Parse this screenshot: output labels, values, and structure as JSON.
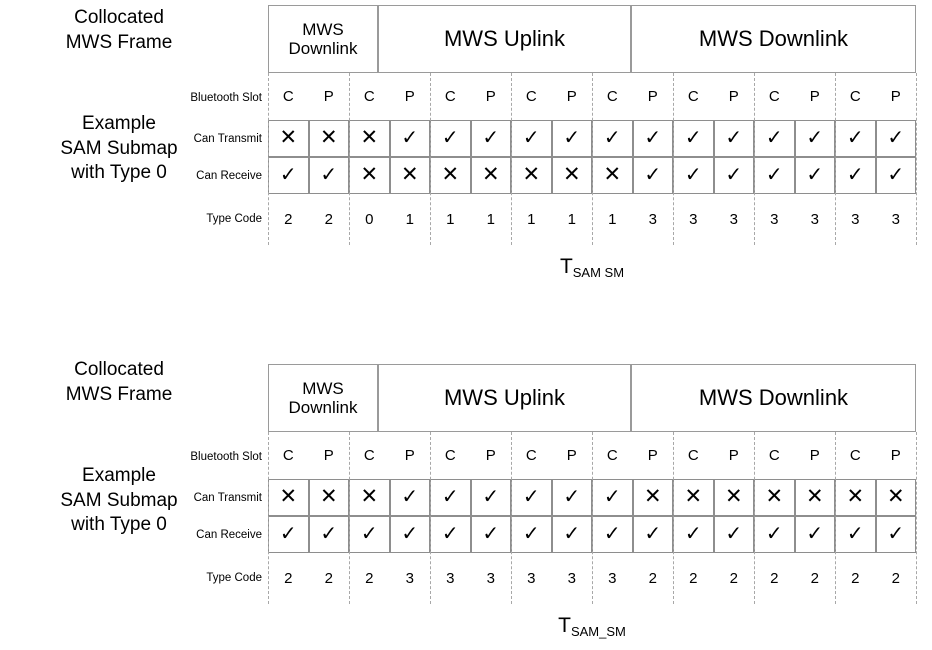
{
  "labels": {
    "caption_frame_line1": "Collocated",
    "caption_frame_line2": "MWS Frame",
    "caption_submap_line1": "Example",
    "caption_submap_line2": "SAM Submap",
    "caption_submap_line3": "with Type 0",
    "row_bluetooth_slot": "Bluetooth Slot",
    "row_can_transmit": "Can Transmit",
    "row_can_receive": "Can Receive",
    "row_type_code": "Type Code",
    "mws_downlink": "MWS Downlink",
    "mws_downlink_l1": "MWS",
    "mws_downlink_l2": "Downlink",
    "mws_uplink": "MWS Uplink"
  },
  "glyphs": {
    "tick": "✓",
    "cross": "✕"
  },
  "colors": {
    "line": "#8e8e8e",
    "dash": "#a8a8a8",
    "text": "#000000",
    "background": "#ffffff"
  },
  "diagrams": [
    {
      "id": "top",
      "header_sections": [
        {
          "name": "mws-downlink-first",
          "label_line1": "MWS",
          "label_line2": "Downlink"
        },
        {
          "name": "mws-uplink",
          "label": "MWS Uplink"
        },
        {
          "name": "mws-downlink-second",
          "label": "MWS Downlink"
        }
      ],
      "slots": [
        "C",
        "P",
        "C",
        "P",
        "C",
        "P",
        "C",
        "P",
        "C",
        "P",
        "C",
        "P",
        "C",
        "P",
        "C",
        "P"
      ],
      "can_transmit": [
        "✕",
        "✕",
        "✕",
        "✓",
        "✓",
        "✓",
        "✓",
        "✓",
        "✓",
        "✓",
        "✓",
        "✓",
        "✓",
        "✓",
        "✓",
        "✓"
      ],
      "can_receive": [
        "✓",
        "✓",
        "✕",
        "✕",
        "✕",
        "✕",
        "✕",
        "✕",
        "✕",
        "✓",
        "✓",
        "✓",
        "✓",
        "✓",
        "✓",
        "✓"
      ],
      "type_code": [
        "2",
        "2",
        "0",
        "1",
        "1",
        "1",
        "1",
        "1",
        "1",
        "3",
        "3",
        "3",
        "3",
        "3",
        "3",
        "3"
      ],
      "arrow_label_main": "T",
      "arrow_label_sub": "SAM SM"
    },
    {
      "id": "bottom",
      "header_sections": [
        {
          "name": "mws-downlink-first",
          "label_line1": "MWS",
          "label_line2": "Downlink"
        },
        {
          "name": "mws-uplink",
          "label": "MWS Uplink"
        },
        {
          "name": "mws-downlink-second",
          "label": "MWS Downlink"
        }
      ],
      "slots": [
        "C",
        "P",
        "C",
        "P",
        "C",
        "P",
        "C",
        "P",
        "C",
        "P",
        "C",
        "P",
        "C",
        "P",
        "C",
        "P"
      ],
      "can_transmit": [
        "✕",
        "✕",
        "✕",
        "✓",
        "✓",
        "✓",
        "✓",
        "✓",
        "✓",
        "✕",
        "✕",
        "✕",
        "✕",
        "✕",
        "✕",
        "✕"
      ],
      "can_receive": [
        "✓",
        "✓",
        "✓",
        "✓",
        "✓",
        "✓",
        "✓",
        "✓",
        "✓",
        "✓",
        "✓",
        "✓",
        "✓",
        "✓",
        "✓",
        "✓"
      ],
      "type_code": [
        "2",
        "2",
        "2",
        "3",
        "3",
        "3",
        "3",
        "3",
        "3",
        "2",
        "2",
        "2",
        "2",
        "2",
        "2",
        "2"
      ],
      "arrow_label_main": "T",
      "arrow_label_sub": "SAM_SM"
    }
  ]
}
